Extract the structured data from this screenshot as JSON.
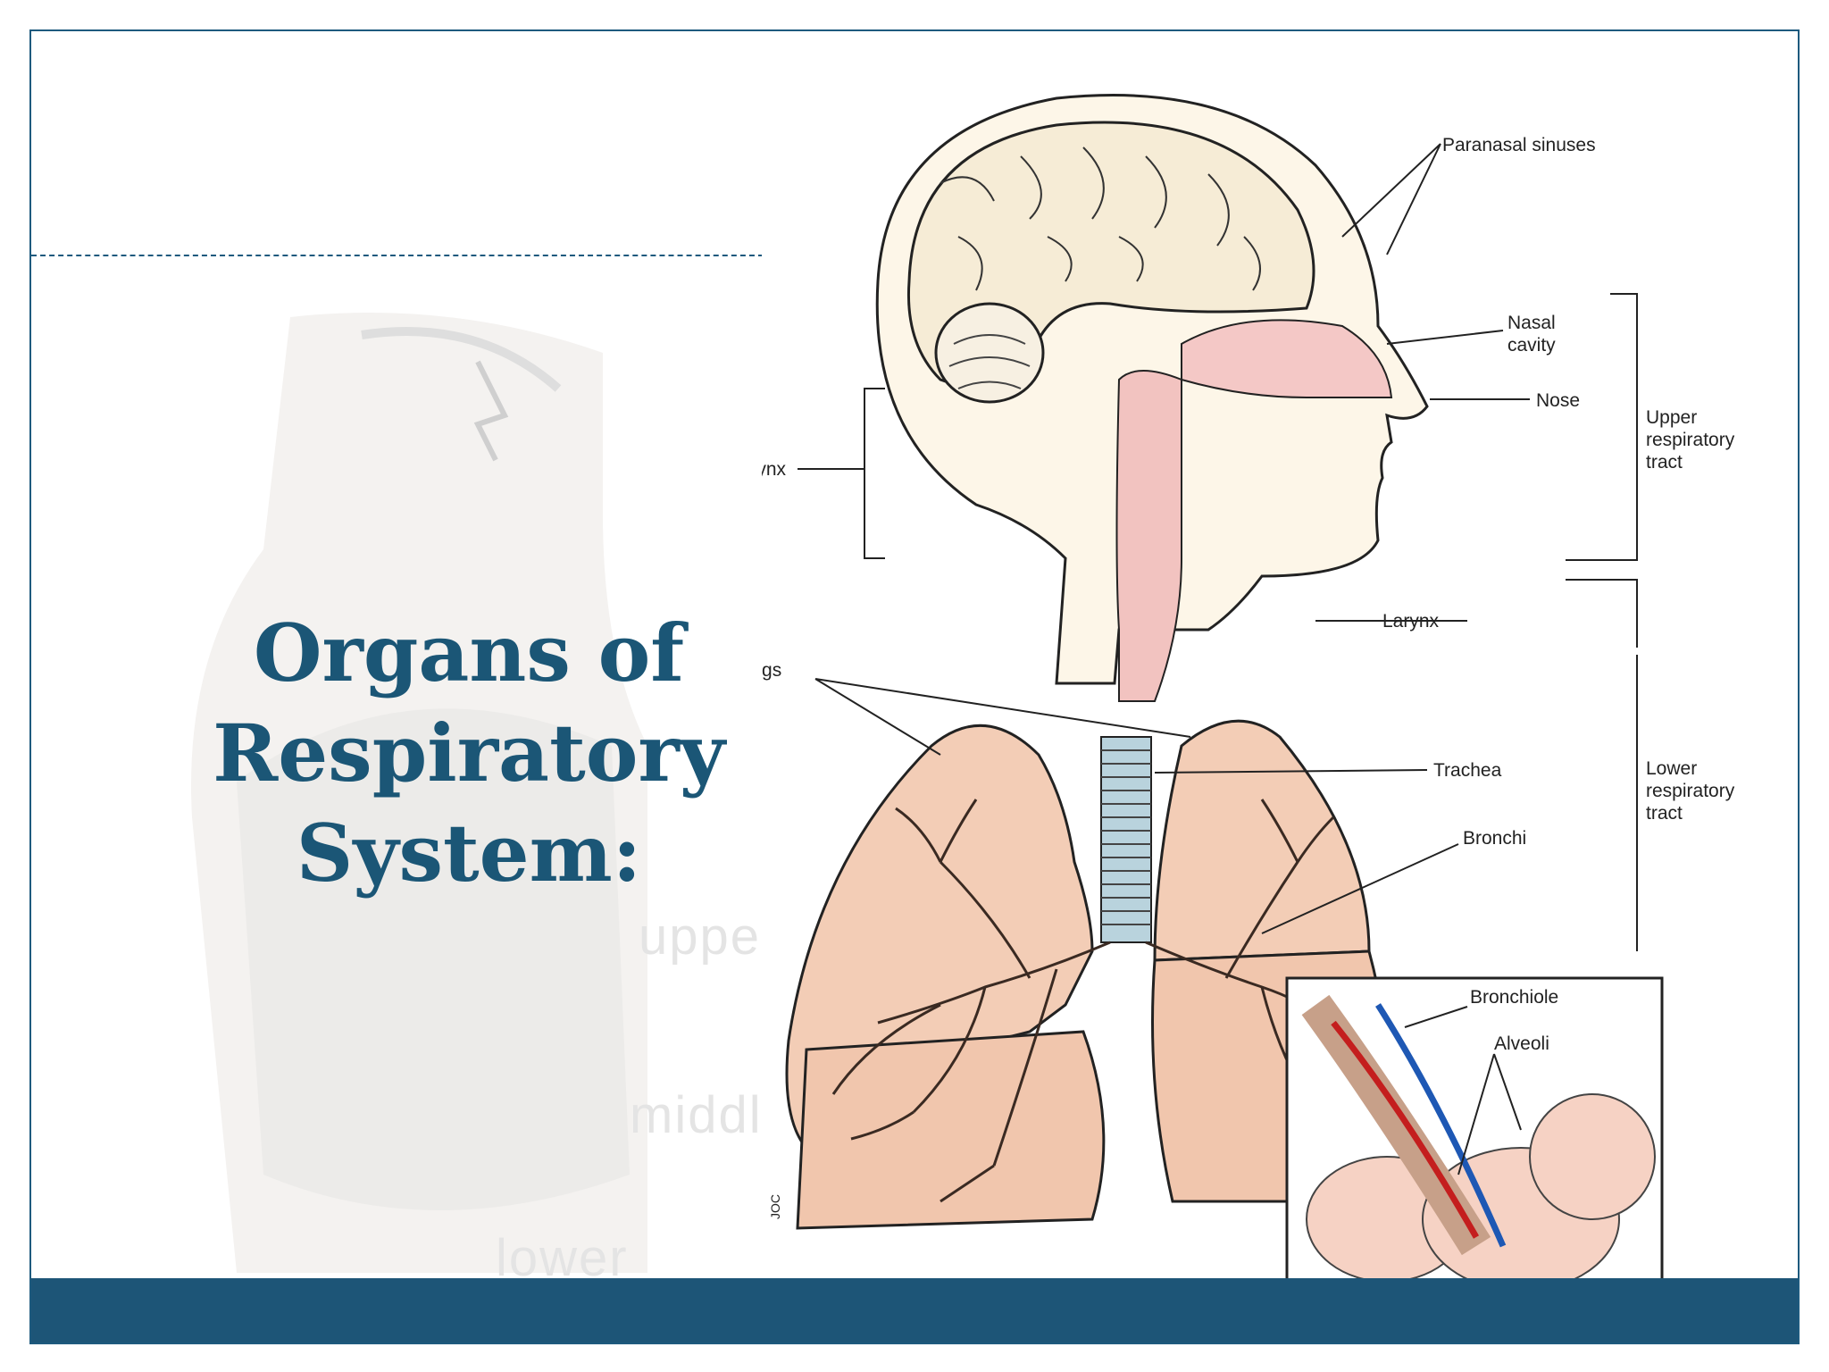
{
  "slide": {
    "title_lines": [
      "Organs of",
      "Respiratory",
      "System:"
    ],
    "colors": {
      "accent": "#1b5676",
      "footer": "#1d5577",
      "border": "#1e5a7e"
    }
  },
  "background_watermark": {
    "words": [
      "upper",
      "middle",
      "lower"
    ]
  },
  "diagram": {
    "labels": {
      "paranasal_sinuses": "Paranasal sinuses",
      "nasal_cavity_1": "Nasal",
      "nasal_cavity_2": "cavity",
      "nose": "Nose",
      "pharynx": "Pharynx",
      "larynx": "Larynx",
      "lungs": "Lungs",
      "trachea": "Trachea",
      "bronchi": "Bronchi",
      "bronchiole": "Bronchiole",
      "alveoli": "Alveoli",
      "upper_tract": [
        "Upper",
        "respiratory",
        "tract"
      ],
      "lower_tract": [
        "Lower",
        "respiratory",
        "tract"
      ],
      "signature": "JOC"
    }
  }
}
